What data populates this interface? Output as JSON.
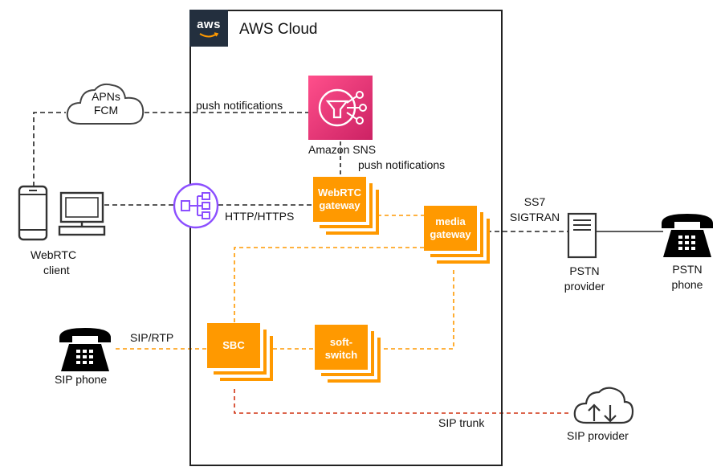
{
  "cloud": {
    "logo_text": "aws",
    "title": "AWS Cloud"
  },
  "labels": {
    "apns_line1": "APNs",
    "apns_line2": "FCM",
    "push1": "push notifications",
    "push2": "push notifications",
    "sns": "Amazon SNS",
    "webrtc_gw_line1": "WebRTC",
    "webrtc_gw_line2": "gateway",
    "media_gw_line1": "media",
    "media_gw_line2": "gateway",
    "http": "HTTP/HTTPS",
    "webrtc_client_line1": "WebRTC",
    "webrtc_client_line2": "client",
    "ss7_line1": "SS7",
    "ss7_line2": "SIGTRAN",
    "pstn_provider_line1": "PSTN",
    "pstn_provider_line2": "provider",
    "pstn_phone_line1": "PSTN",
    "pstn_phone_line2": "phone",
    "sip_rtp": "SIP/RTP",
    "sip_phone": "SIP phone",
    "sbc": "SBC",
    "softswitch_line1": "soft-",
    "softswitch_line2": "switch",
    "sip_trunk": "SIP trunk",
    "sip_provider": "SIP provider"
  },
  "colors": {
    "orange": "#ff9900",
    "sns_pink": "#e7157b",
    "purple": "#8c4fff",
    "red_dash": "#d13212",
    "dark": "#222222"
  },
  "icons": [
    "cloud-icon",
    "mobile-phone-icon",
    "desktop-computer-icon",
    "sns-icon",
    "vpc-endpoint-icon",
    "server-icon",
    "telephone-icon",
    "cloud-upload-download-icon"
  ]
}
